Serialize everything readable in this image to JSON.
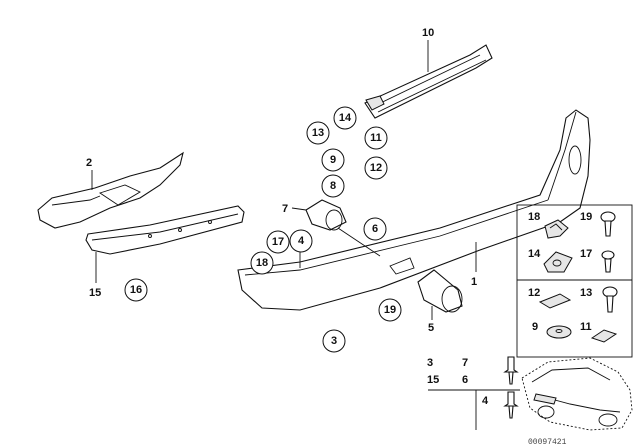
{
  "labels": {
    "l1": "1",
    "l2": "2",
    "l3": "3",
    "l4": "4",
    "l5": "5",
    "l6": "6",
    "l7": "7",
    "l8": "8",
    "l9": "9",
    "l10": "10",
    "l11": "11",
    "l12": "12",
    "l13": "13",
    "l14": "14",
    "l15": "15",
    "l16": "16",
    "l17": "17",
    "l18": "18",
    "l19": "19"
  },
  "legend": {
    "g18": "18",
    "g19": "19",
    "g14": "14",
    "g17": "17",
    "g12": "12",
    "g13": "13",
    "g9": "9",
    "g11": "11",
    "k3": "3",
    "k7": "7",
    "k15": "15",
    "k6": "6",
    "k4": "4"
  },
  "reference": "00097421"
}
